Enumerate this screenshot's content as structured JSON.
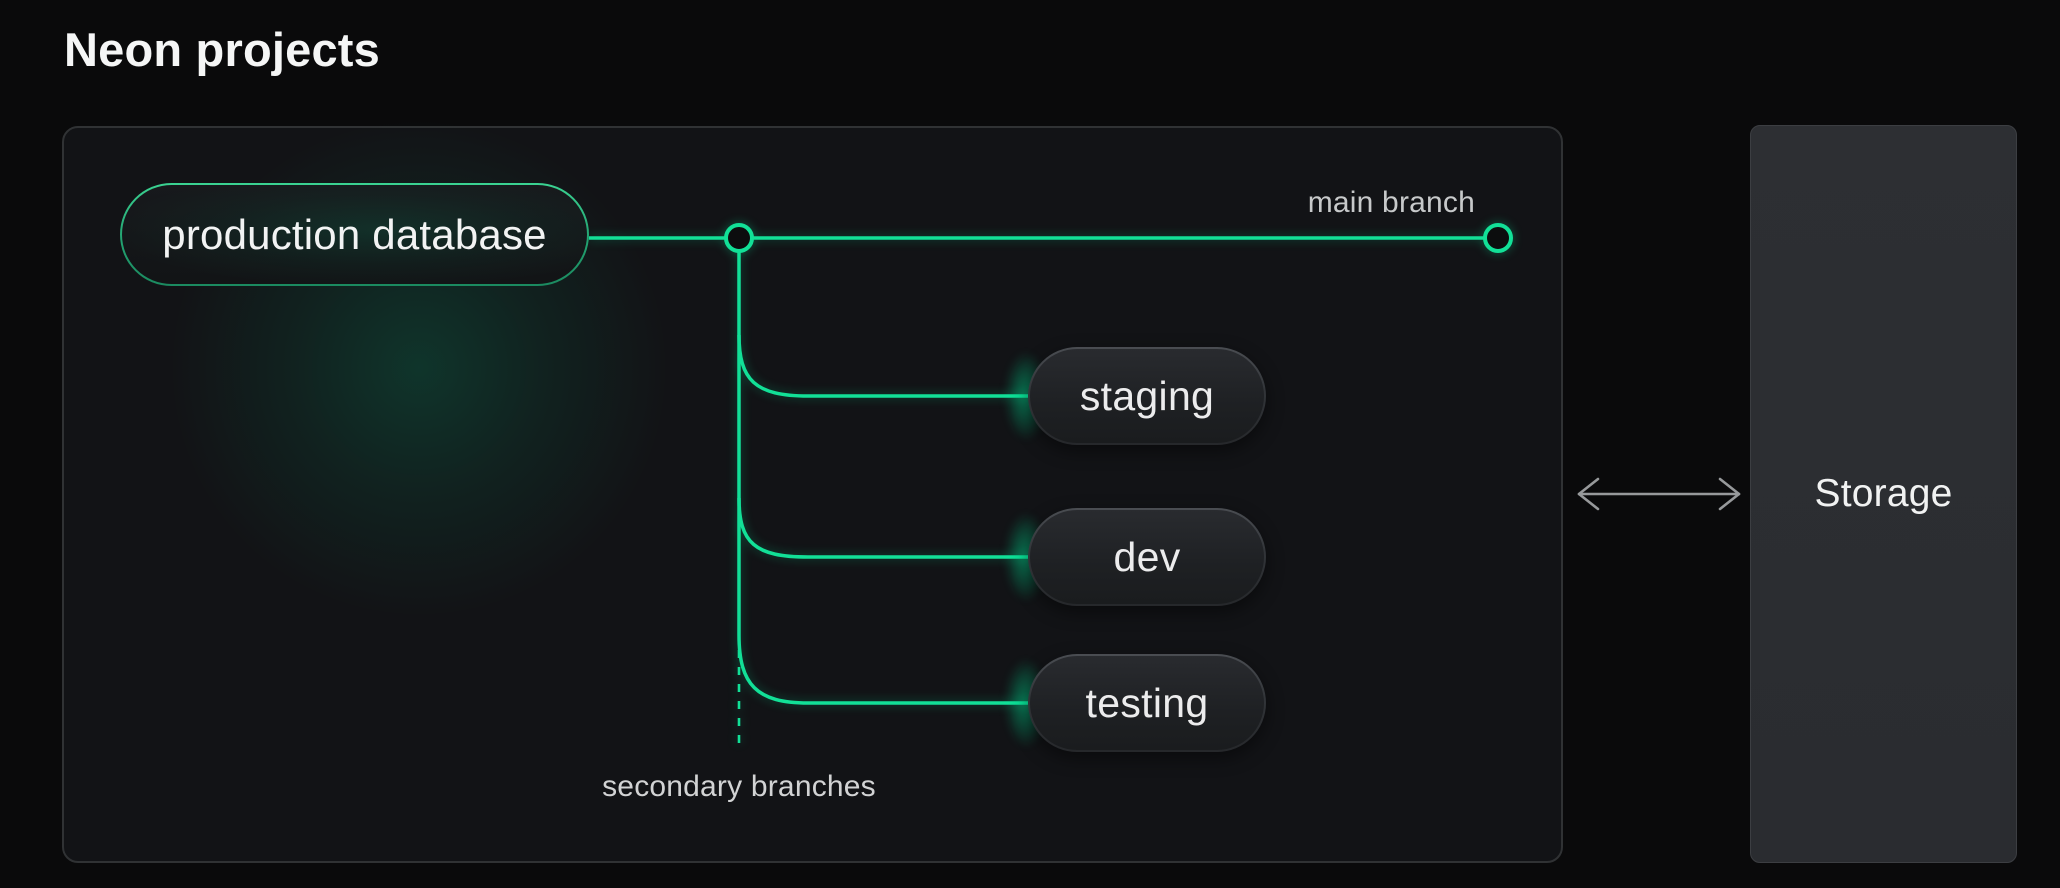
{
  "page": {
    "title": "Neon projects"
  },
  "diagram": {
    "production_node_label": "production database",
    "main_branch_label": "main branch",
    "secondary_branches_label": "secondary branches",
    "branches": [
      {
        "label": "staging"
      },
      {
        "label": "dev"
      },
      {
        "label": "testing"
      }
    ]
  },
  "storage": {
    "label": "Storage"
  },
  "colors": {
    "accent_green": "#00e599",
    "page_background": "#0a0a0b",
    "panel_background": "#121316",
    "storage_box": "#2b2d31",
    "muted_label_text": "#c7c9ca"
  }
}
